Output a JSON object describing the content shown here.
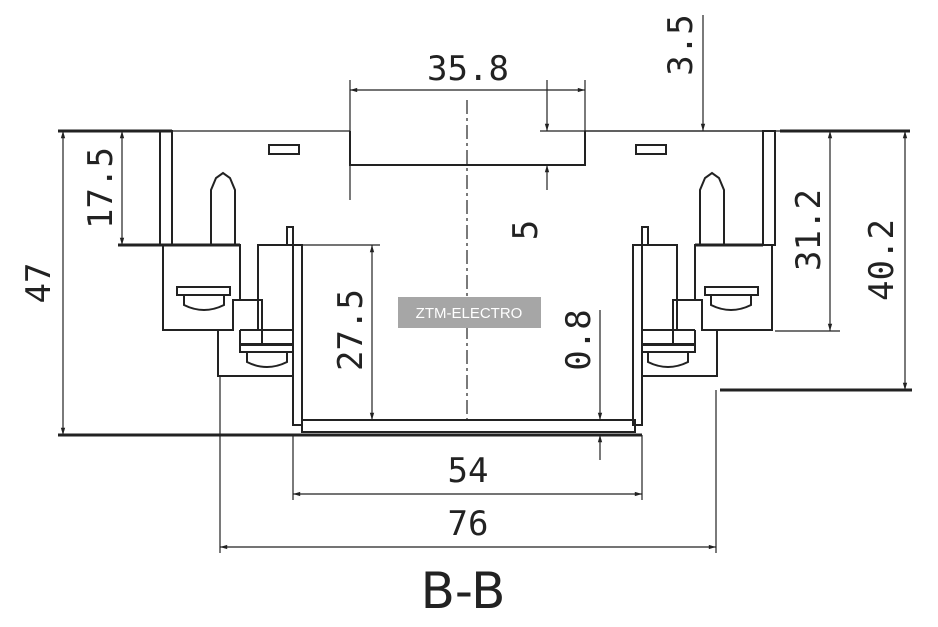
{
  "drawing": {
    "section_label": "B-B",
    "watermark": "ZTM-ELECTRO",
    "dimensions": {
      "top_width": "35.8",
      "top_step": "3.5",
      "left_upper_height": "17.5",
      "total_height": "47",
      "panel_thickness": "5",
      "inner_depth": "27.5",
      "floor_thickness": "0.8",
      "right_flange_height": "31.2",
      "right_total_height": "40.2",
      "inner_width": "54",
      "outer_width": "76"
    },
    "colors": {
      "line": "#222222",
      "watermark_bg": "#a6a6a6"
    }
  }
}
